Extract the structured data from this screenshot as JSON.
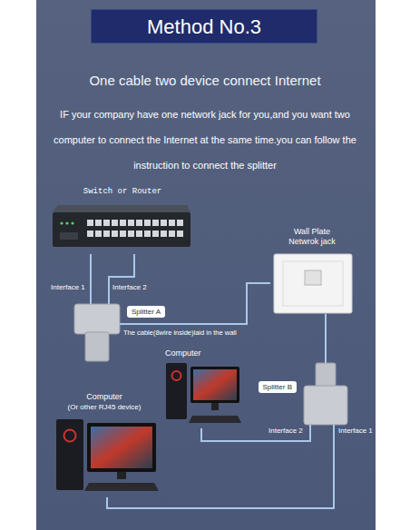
{
  "diagram": {
    "title": "Method No.3",
    "nodes": [
      {
        "text": [
          "Switch or Router"
        ]
      },
      {
        "text": [
          "Splitter A"
        ]
      },
      {
        "text": [
          "Wall Plate Netwrok jack"
        ]
      },
      {
        "text": [
          "Computer"
        ]
      },
      {
        "text": [
          "Splitter B"
        ]
      },
      {
        "text": [
          "Computer",
          "(Or other RJ45 device)"
        ]
      }
    ],
    "edges": [
      {
        "from": 0,
        "to": 1,
        "arrow": "none",
        "label": "Interface 1"
      },
      {
        "from": 0,
        "to": 1,
        "arrow": "none",
        "label": "Interface 2"
      },
      {
        "from": 1,
        "to": 2,
        "arrow": "none",
        "label": "The cable(8wire inside)laid in the wall"
      },
      {
        "from": 2,
        "to": 4,
        "arrow": "none"
      },
      {
        "from": 4,
        "to": 3,
        "arrow": "none",
        "label": "Interface 2"
      },
      {
        "from": 4,
        "to": 5,
        "arrow": "none",
        "label": "Interface 1"
      }
    ],
    "labels": [
      "One cable two device connect Internet",
      "IF your company have one network jack for you,and you want two computer to connect the Internet at the same time.you can follow the instruction to connect the splitter"
    ]
  }
}
